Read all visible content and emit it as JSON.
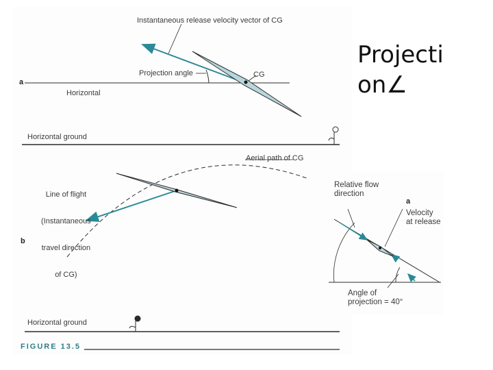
{
  "title": {
    "line1": "Projecti",
    "line2": "on",
    "angle_symbol": "∠"
  },
  "figure": {
    "caption": "FIGURE 13.5",
    "panel_a": {
      "letter": "a",
      "velocity_label": "Instantaneous release velocity vector of CG",
      "angle_label": "Projection angle",
      "cg_label": "CG",
      "horizontal_label": "Horizontal",
      "ground_label": "Horizontal ground"
    },
    "panel_b": {
      "letter": "b",
      "aerial_label": "Aerial path of CG",
      "flight_label_1": "Line of flight",
      "flight_label_2": "(Instantaneous",
      "flight_label_3": "travel direction",
      "flight_label_4": "of CG)",
      "ground_label": "Horizontal ground"
    },
    "inset": {
      "letter": "a",
      "flow_label_1": "Relative flow",
      "flow_label_2": "direction",
      "velocity_label_1": "Velocity",
      "velocity_label_2": "at release",
      "angle_label_1": "Angle of",
      "angle_label_2": "projection = 40°"
    }
  },
  "colors": {
    "accent": "#2a8a96",
    "line": "#2b2b2b",
    "javelin_fill": "#b9d6dc"
  }
}
